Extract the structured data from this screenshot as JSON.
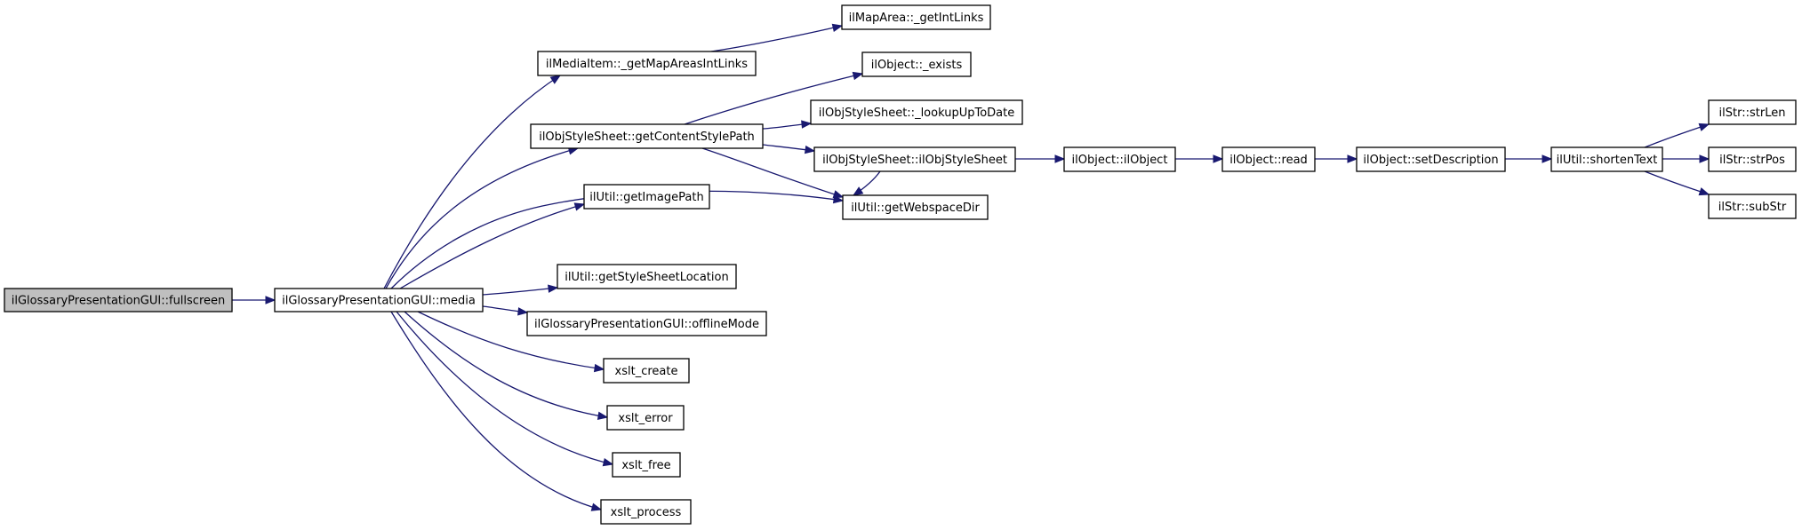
{
  "graph": {
    "nodes": [
      {
        "id": "fullscreen",
        "label": "ilGlossaryPresentationGUI::fullscreen",
        "root": true
      },
      {
        "id": "media",
        "label": "ilGlossaryPresentationGUI::media"
      },
      {
        "id": "getMapAreasIntLinks",
        "label": "ilMediaItem::_getMapAreasIntLinks"
      },
      {
        "id": "getIntLinks",
        "label": "ilMapArea::_getIntLinks"
      },
      {
        "id": "getContentStylePath",
        "label": "ilObjStyleSheet::getContentStylePath"
      },
      {
        "id": "exists",
        "label": "ilObject::_exists"
      },
      {
        "id": "lookupUpToDate",
        "label": "ilObjStyleSheet::_lookupUpToDate"
      },
      {
        "id": "ctorStyleSheet",
        "label": "ilObjStyleSheet::ilObjStyleSheet"
      },
      {
        "id": "ctorObject",
        "label": "ilObject::ilObject"
      },
      {
        "id": "read",
        "label": "ilObject::read"
      },
      {
        "id": "setDescription",
        "label": "ilObject::setDescription"
      },
      {
        "id": "shortenText",
        "label": "ilUtil::shortenText"
      },
      {
        "id": "strLen",
        "label": "ilStr::strLen"
      },
      {
        "id": "strPos",
        "label": "ilStr::strPos"
      },
      {
        "id": "subStr",
        "label": "ilStr::subStr"
      },
      {
        "id": "getWebspaceDir",
        "label": "ilUtil::getWebspaceDir"
      },
      {
        "id": "getImagePath",
        "label": "ilUtil::getImagePath"
      },
      {
        "id": "getStyleSheetLocation",
        "label": "ilUtil::getStyleSheetLocation"
      },
      {
        "id": "offlineMode",
        "label": "ilGlossaryPresentationGUI::offlineMode"
      },
      {
        "id": "xslt_create",
        "label": "xslt_create"
      },
      {
        "id": "xslt_error",
        "label": "xslt_error"
      },
      {
        "id": "xslt_free",
        "label": "xslt_free"
      },
      {
        "id": "xslt_process",
        "label": "xslt_process"
      }
    ],
    "edges": [
      {
        "from": "fullscreen",
        "to": "media"
      },
      {
        "from": "media",
        "to": "getMapAreasIntLinks"
      },
      {
        "from": "media",
        "to": "getContentStylePath"
      },
      {
        "from": "media",
        "to": "getWebspaceDir"
      },
      {
        "from": "media",
        "to": "getImagePath"
      },
      {
        "from": "media",
        "to": "getStyleSheetLocation"
      },
      {
        "from": "media",
        "to": "offlineMode"
      },
      {
        "from": "media",
        "to": "xslt_create"
      },
      {
        "from": "media",
        "to": "xslt_error"
      },
      {
        "from": "media",
        "to": "xslt_free"
      },
      {
        "from": "media",
        "to": "xslt_process"
      },
      {
        "from": "getMapAreasIntLinks",
        "to": "getIntLinks"
      },
      {
        "from": "getContentStylePath",
        "to": "exists"
      },
      {
        "from": "getContentStylePath",
        "to": "lookupUpToDate"
      },
      {
        "from": "getContentStylePath",
        "to": "ctorStyleSheet"
      },
      {
        "from": "getContentStylePath",
        "to": "getWebspaceDir"
      },
      {
        "from": "ctorStyleSheet",
        "to": "ctorObject"
      },
      {
        "from": "ctorStyleSheet",
        "to": "getWebspaceDir"
      },
      {
        "from": "ctorObject",
        "to": "read"
      },
      {
        "from": "read",
        "to": "setDescription"
      },
      {
        "from": "setDescription",
        "to": "shortenText"
      },
      {
        "from": "shortenText",
        "to": "strLen"
      },
      {
        "from": "shortenText",
        "to": "strPos"
      },
      {
        "from": "shortenText",
        "to": "subStr"
      }
    ]
  },
  "colors": {
    "edge": "#191970",
    "root_fill": "#bfbfbf",
    "node_fill": "#ffffff",
    "node_border": "#000000"
  }
}
